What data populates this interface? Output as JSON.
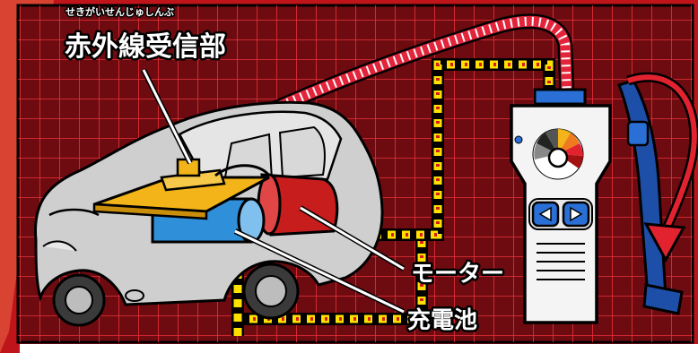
{
  "labels": {
    "ir_receiver": "赤外線受信部",
    "ir_receiver_ruby": "せきがいせんじゅしんぶ",
    "motor": "モーター",
    "battery": "充電池"
  },
  "colors": {
    "background": "#c0141b",
    "panel": "#6e0b10",
    "grid": "#e8323a",
    "cable": "#e3243a",
    "arrow": "#e2232f",
    "wire_yellow": "#ffe100",
    "wire_red": "#d81c1c",
    "car_body": "#cfcfcf",
    "receiver_board": "#f2b418",
    "battery": "#2f8fd8",
    "motor": "#c71d1d",
    "remote": "#f4f4f4",
    "remote_accent": "#2a6fd6",
    "handle_blue": "#1e4fa8"
  },
  "icons": {
    "left_button": "play-left-icon",
    "right_button": "play-right-icon",
    "dial": "color-dial-icon"
  }
}
